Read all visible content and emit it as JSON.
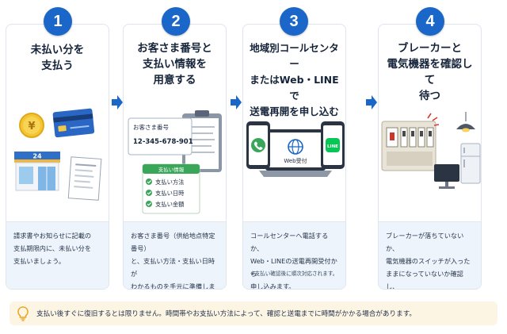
{
  "steps": [
    {
      "number": "1",
      "title": "未払い分を\n支払う",
      "desc": "請求書やお知らせに記載の\n支払期限内に、未払い分を\n支払いましょう。",
      "illustration": {
        "yen_coin": "¥",
        "store_sign": "24"
      }
    },
    {
      "number": "2",
      "title": "お客さま番号と\n支払い情報を\n用意する",
      "desc": "お客さま番号（供給地点特定番号）\nと、支払い方法・支払い日時が\nわかるものを手元に準備します。",
      "illustration": {
        "card_label": "お客さま番号",
        "card_number": "12-345-678-901",
        "checklist_title": "支払い情報",
        "checklist_items": [
          "支払い方法",
          "支払い日時",
          "支払い金額"
        ]
      }
    },
    {
      "number": "3",
      "title": "地域別コールセンター\nまたはWeb・LINEで\n送電再開を申し込む",
      "desc": "コールセンターへ電話するか、\nWeb・LINEの送電再開受付から\n申し込みます。",
      "note": "※支払い確認後に順次対応されます。",
      "illustration": {
        "web_label": "Web受付",
        "line_label": "LINE"
      }
    },
    {
      "number": "4",
      "title": "ブレーカーと\n電気機器を確認して\n待つ",
      "desc": "ブレーカーが落ちていないか、\n電気機器のスイッチが入った\nままになっていないか確認し、\n復旧を待ちます。",
      "illustration": {}
    }
  ],
  "footer": {
    "text": "支払い後すぐに復旧するとは限りません。時間帯やお支払い方法によって、確認と送電までに時間がかかる場合があります。"
  },
  "colors": {
    "badge": "#1a66c9",
    "arrow": "#1a66c9",
    "desc_bg": "#eef4fc",
    "footer_bg": "#fdf5e4",
    "check_green": "#3aa65a",
    "line_green": "#06c755"
  }
}
